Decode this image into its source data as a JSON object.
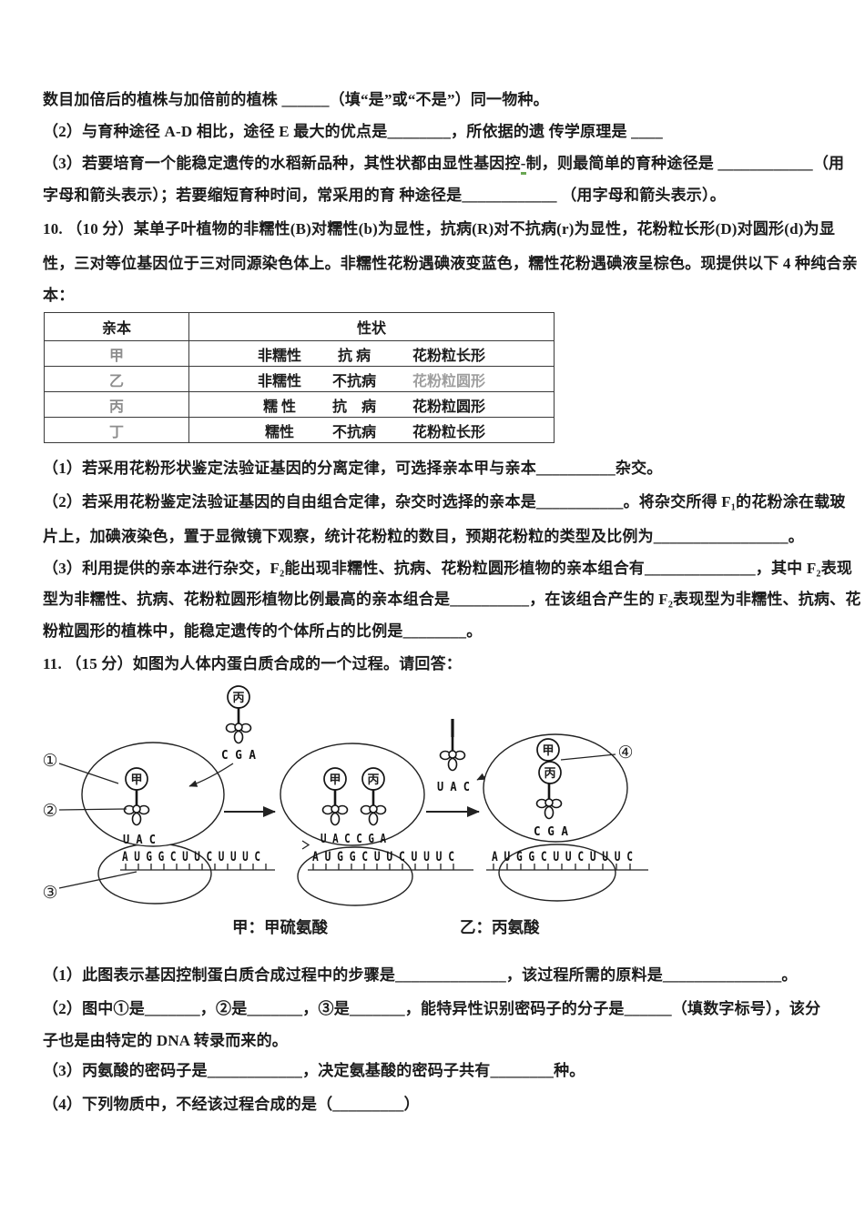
{
  "q9": {
    "l1": "数目加倍后的植株与加倍前的植株 ______（填“是”或“不是”）同一物种。",
    "l2": "（2）与育种途径 A-D 相比，途径 E 最大的优点是________，所依据的遗 传学原理是 ____",
    "l3a": "（3）若要培育一个能稳定遗传的水稻新品种，其性状都由显性基因控",
    "l3b": "-",
    "l3c": "制，则最简单的育种途径是 ____________（用",
    "l4": "字母和箭头表示）；若要缩短育种时间，常采用的育 种途径是____________ （用字母和箭头表示）。"
  },
  "q10": {
    "intro_l1": "10. （10 分）某单子叶植物的非糯性(B)对糯性(b)为显性，抗病(R)对不抗病(r)为显性，花粉粒长形(D)对圆形(d)为显",
    "intro_l2": "性，三对等位基因位于三对同源染色体上。非糯性花粉遇碘液变蓝色，糯性花粉遇碘液呈棕色。现提供以下 4 种纯合亲",
    "intro_l3": "本：",
    "table": {
      "col_parent": "亲本",
      "col_trait": "性状",
      "rows": [
        {
          "parent": "甲",
          "t1": "非糯性",
          "t2": "抗 病",
          "t3": "花粉粒长形"
        },
        {
          "parent": "乙",
          "t1": "非糯性",
          "t2": "不抗病",
          "t3": "花粉粒圆形"
        },
        {
          "parent": "丙",
          "t1": "糯 性",
          "t2": "抗　病",
          "t3": "花粉粒圆形"
        },
        {
          "parent": "丁",
          "t1": "糯性",
          "t2": "不抗病",
          "t3": "花粉粒长形"
        }
      ]
    },
    "s1": "（1）若采用花粉形状鉴定法验证基因的分离定律，可选择亲本甲与亲本__________杂交。",
    "s2a": "（2）若采用花粉鉴定法验证基因的自由组合定律，杂交时选择的亲本是___________。将杂交所得 F₁的花粉涂在载玻",
    "s2b": "片上，加碘液染色，置于显微镜下观察，统计花粉粒的数目，预期花粉粒的类型及比例为_________________。",
    "s3a": "（3）利用提供的亲本进行杂交，F₂能出现非糯性、抗病、花粉粒圆形植物的亲本组合有______________，其中 F₂表现",
    "s3b": "型为非糯性、抗病、花粉粒圆形植物比例最高的亲本组合是__________，在该组合产生的 F₂表现型为非糯性、抗病、花",
    "s3c": "粉粒圆形的植株中，能稳定遗传的个体所占的比例是________。"
  },
  "q11": {
    "intro": "11. （15 分）如图为人体内蛋白质合成的一个过程。请回答：",
    "diagram": {
      "marker1": "①",
      "marker2": "②",
      "marker3": "③",
      "marker4": "④",
      "amino_jia": "甲",
      "amino_bing": "丙",
      "codon_uac": "U A C",
      "codon_cga": "C G A",
      "codon_uaccga": "U A C C G A",
      "mrna": "A U G G C U U C U U U C",
      "legend_jia": "甲：甲硫氨酸",
      "legend_yi": "乙：丙氨酸"
    },
    "s1": "（1）此图表示基因控制蛋白质合成过程中的步骤是______________，该过程所需的原料是_______________。",
    "s2a": "（2）图中①是_______，②是_______，③是_______，能特异性识别密码子的分子是______（填数字标号），该分",
    "s2b": "子也是由特定的 DNA 转录而来的。",
    "s3": "（3）丙氨酸的密码子是____________，决定氨基酸的密码子共有________种。",
    "s4": "（4）下列物质中，不经该过程合成的是（_________）"
  }
}
